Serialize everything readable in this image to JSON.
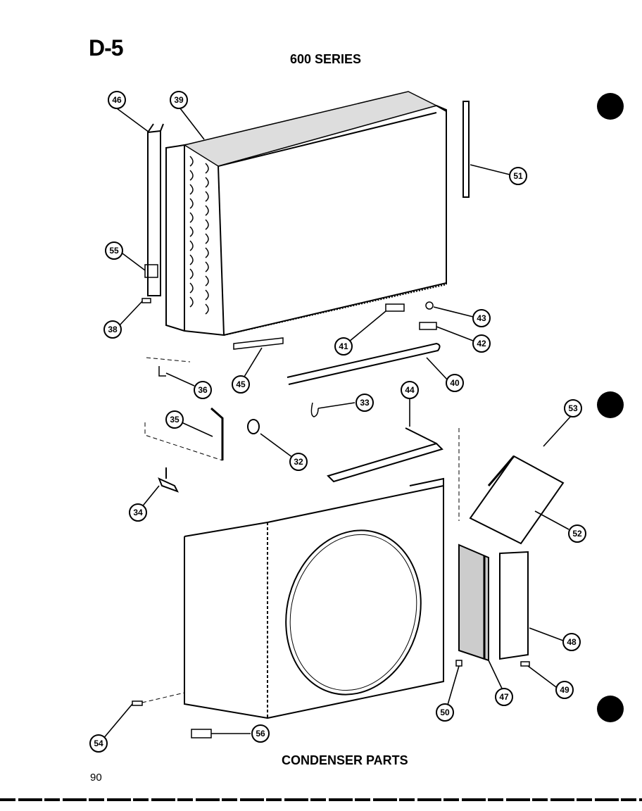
{
  "header": {
    "page_code": "D-5",
    "series": "600 SERIES"
  },
  "caption": "CONDENSER PARTS",
  "page_number": "90",
  "callouts": [
    "46",
    "39",
    "51",
    "55",
    "38",
    "41",
    "43",
    "42",
    "45",
    "40",
    "36",
    "33",
    "44",
    "53",
    "35",
    "32",
    "34",
    "52",
    "48",
    "49",
    "47",
    "50",
    "54",
    "56"
  ]
}
